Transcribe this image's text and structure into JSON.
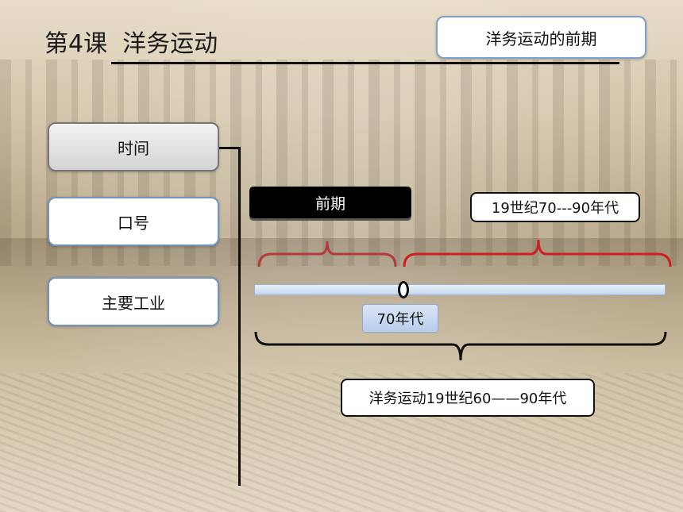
{
  "slide": {
    "title": "第4课  洋务运动",
    "header_box": "洋务运动的前期"
  },
  "sidebar": {
    "items": [
      {
        "label": "时间"
      },
      {
        "label": "口号"
      },
      {
        "label": "主要工业"
      }
    ]
  },
  "timeline": {
    "early_label": "前期",
    "period_label": "19世纪70---90年代",
    "marker_label": "70年代",
    "summary_label": "洋务运动19世纪60——90年代"
  },
  "colors": {
    "accent_red": "#cc1f1f",
    "bracket_early": "#b33a3a",
    "bracket_main": "#111111",
    "box_border_blue": "#6f94c2"
  }
}
